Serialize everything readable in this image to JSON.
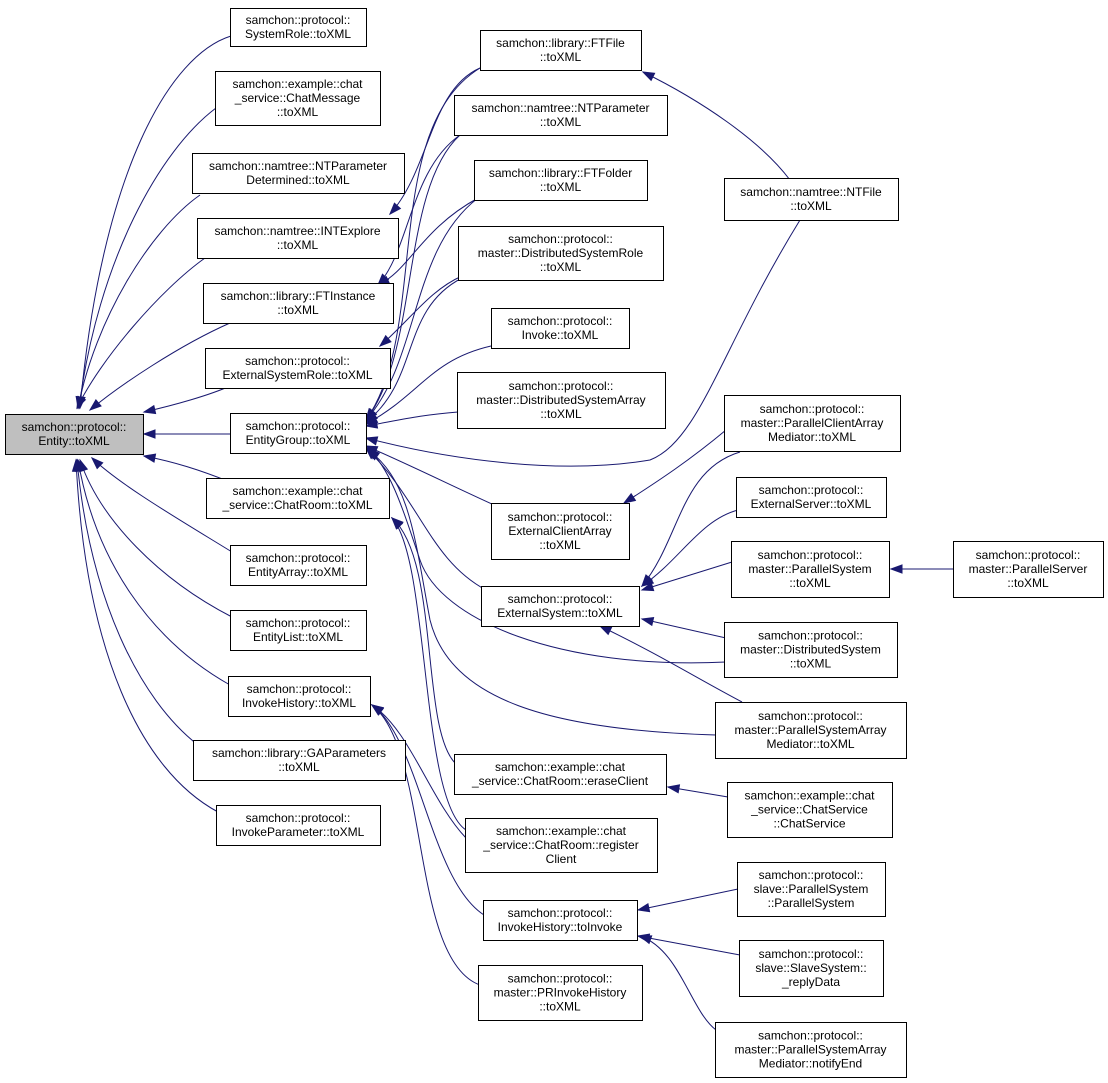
{
  "diagram": {
    "colors": {
      "edge": "#191970",
      "node_border": "#000000",
      "root_fill": "#bfbfbf",
      "node_fill": "#ffffff"
    },
    "nodes": [
      {
        "id": "entity",
        "lines": [
          "samchon::protocol::",
          "Entity::toXML"
        ]
      },
      {
        "id": "systemrole",
        "lines": [
          "samchon::protocol::",
          "SystemRole::toXML"
        ]
      },
      {
        "id": "chatmessage",
        "lines": [
          "samchon::example::chat",
          "_service::ChatMessage",
          "::toXML"
        ]
      },
      {
        "id": "ntparamdet",
        "lines": [
          "samchon::namtree::NTParameter",
          "Determined::toXML"
        ]
      },
      {
        "id": "intexplore",
        "lines": [
          "samchon::namtree::INTExplore",
          "::toXML"
        ]
      },
      {
        "id": "ftinstance",
        "lines": [
          "samchon::library::FTInstance",
          "::toXML"
        ]
      },
      {
        "id": "extsysrole",
        "lines": [
          "samchon::protocol::",
          "ExternalSystemRole::toXML"
        ]
      },
      {
        "id": "entitygroup",
        "lines": [
          "samchon::protocol::",
          "EntityGroup::toXML"
        ]
      },
      {
        "id": "chatroom",
        "lines": [
          "samchon::example::chat",
          "_service::ChatRoom::toXML"
        ]
      },
      {
        "id": "entityarray",
        "lines": [
          "samchon::protocol::",
          "EntityArray::toXML"
        ]
      },
      {
        "id": "entitylist",
        "lines": [
          "samchon::protocol::",
          "EntityList::toXML"
        ]
      },
      {
        "id": "invokehistory",
        "lines": [
          "samchon::protocol::",
          "InvokeHistory::toXML"
        ]
      },
      {
        "id": "gaparams",
        "lines": [
          "samchon::library::GAParameters",
          "::toXML"
        ]
      },
      {
        "id": "invokeparam",
        "lines": [
          "samchon::protocol::",
          "InvokeParameter::toXML"
        ]
      },
      {
        "id": "ftfile",
        "lines": [
          "samchon::library::FTFile",
          "::toXML"
        ]
      },
      {
        "id": "ntparameter",
        "lines": [
          "samchon::namtree::NTParameter",
          "::toXML"
        ]
      },
      {
        "id": "ftfolder",
        "lines": [
          "samchon::library::FTFolder",
          "::toXML"
        ]
      },
      {
        "id": "distsysrole",
        "lines": [
          "samchon::protocol::",
          "master::DistributedSystemRole",
          "::toXML"
        ]
      },
      {
        "id": "invoke",
        "lines": [
          "samchon::protocol::",
          "Invoke::toXML"
        ]
      },
      {
        "id": "distsysarray",
        "lines": [
          "samchon::protocol::",
          "master::DistributedSystemArray",
          "::toXML"
        ]
      },
      {
        "id": "extclientarray",
        "lines": [
          "samchon::protocol::",
          "ExternalClientArray",
          "::toXML"
        ]
      },
      {
        "id": "extsystem",
        "lines": [
          "samchon::protocol::",
          "ExternalSystem::toXML"
        ]
      },
      {
        "id": "chatroomerase",
        "lines": [
          "samchon::example::chat",
          "_service::ChatRoom::eraseClient"
        ]
      },
      {
        "id": "chatroomregister",
        "lines": [
          "samchon::example::chat",
          "_service::ChatRoom::register",
          "Client"
        ]
      },
      {
        "id": "invokehisttoinvoke",
        "lines": [
          "samchon::protocol::",
          "InvokeHistory::toInvoke"
        ]
      },
      {
        "id": "prinvokehistory",
        "lines": [
          "samchon::protocol::",
          "master::PRInvokeHistory",
          "::toXML"
        ]
      },
      {
        "id": "ntfile",
        "lines": [
          "samchon::namtree::NTFile",
          "::toXML"
        ]
      },
      {
        "id": "parclientarraymed",
        "lines": [
          "samchon::protocol::",
          "master::ParallelClientArray",
          "Mediator::toXML"
        ]
      },
      {
        "id": "extserver",
        "lines": [
          "samchon::protocol::",
          "ExternalServer::toXML"
        ]
      },
      {
        "id": "parsystem",
        "lines": [
          "samchon::protocol::",
          "master::ParallelSystem",
          "::toXML"
        ]
      },
      {
        "id": "distsystem",
        "lines": [
          "samchon::protocol::",
          "master::DistributedSystem",
          "::toXML"
        ]
      },
      {
        "id": "parsysarraymed",
        "lines": [
          "samchon::protocol::",
          "master::ParallelSystemArray",
          "Mediator::toXML"
        ]
      },
      {
        "id": "chatservice",
        "lines": [
          "samchon::example::chat",
          "_service::ChatService",
          "::ChatService"
        ]
      },
      {
        "id": "slaveparsystem",
        "lines": [
          "samchon::protocol::",
          "slave::ParallelSystem",
          "::ParallelSystem"
        ]
      },
      {
        "id": "slavesystem",
        "lines": [
          "samchon::protocol::",
          "slave::SlaveSystem::",
          "_replyData"
        ]
      },
      {
        "id": "parsysarraynotify",
        "lines": [
          "samchon::protocol::",
          "master::ParallelSystemArray",
          "Mediator::notifyEnd"
        ]
      },
      {
        "id": "parserver",
        "lines": [
          "samchon::protocol::",
          "master::ParallelServer",
          "::toXML"
        ]
      }
    ]
  }
}
